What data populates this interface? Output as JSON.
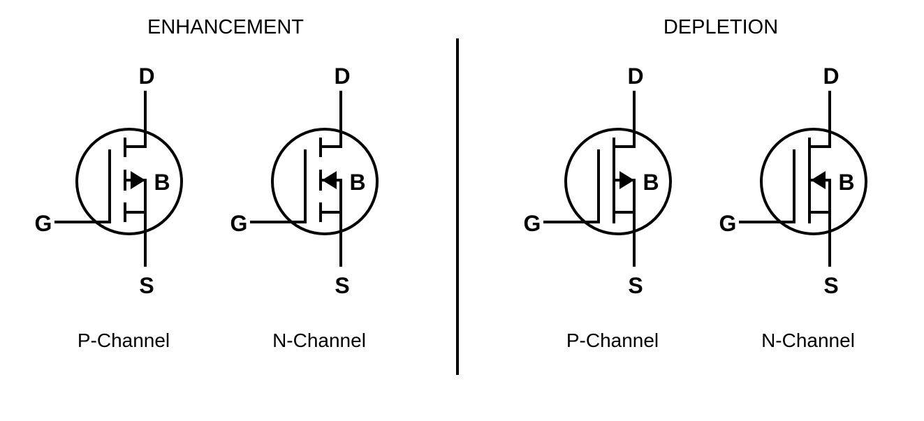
{
  "sections": [
    {
      "title": "ENHANCEMENT",
      "mode": "enhancement",
      "devices": [
        {
          "type": "P-Channel",
          "arrow": "outward",
          "pins": {
            "drain": "D",
            "source": "S",
            "gate": "G",
            "body": "B"
          }
        },
        {
          "type": "N-Channel",
          "arrow": "inward",
          "pins": {
            "drain": "D",
            "source": "S",
            "gate": "G",
            "body": "B"
          }
        }
      ]
    },
    {
      "title": "DEPLETION",
      "mode": "depletion",
      "devices": [
        {
          "type": "P-Channel",
          "arrow": "outward",
          "pins": {
            "drain": "D",
            "source": "S",
            "gate": "G",
            "body": "B"
          }
        },
        {
          "type": "N-Channel",
          "arrow": "inward",
          "pins": {
            "drain": "D",
            "source": "S",
            "gate": "G",
            "body": "B"
          }
        }
      ]
    }
  ],
  "colors": {
    "stroke": "#000000",
    "background": "#ffffff"
  }
}
